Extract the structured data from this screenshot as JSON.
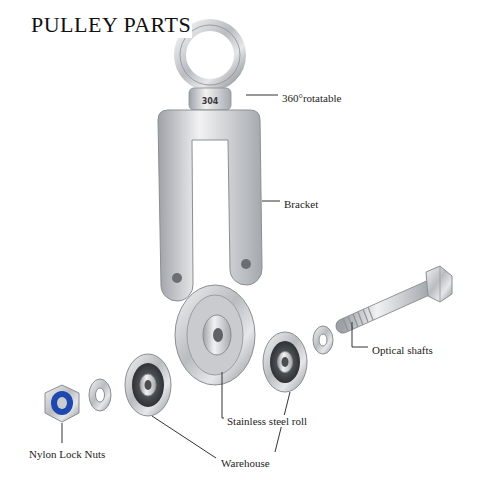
{
  "diagram": {
    "title": "PULLEY PARTS",
    "labels": [
      "304",
      "360°rotatable",
      "Bracket",
      "Optical shafts",
      "Stainless steel roll",
      "Nylon Lock Nuts",
      "Warehouse"
    ]
  }
}
